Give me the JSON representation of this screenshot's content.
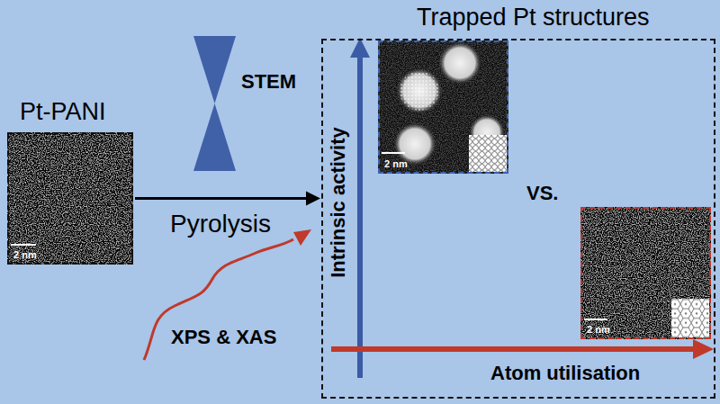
{
  "diagram": {
    "nodes": [
      {
        "text": [
          "Pt-PANI",
          "2 nm"
        ]
      },
      {
        "text": [
          "Trapped Pt structures"
        ]
      },
      {
        "text": [
          "2 nm"
        ],
        "in": 1
      },
      {
        "text": [
          "2 nm"
        ],
        "in": 1
      }
    ],
    "edges": [
      {
        "from": 0,
        "to": 1,
        "label": "Pyrolysis",
        "arrow": "to"
      }
    ],
    "labels": [
      "STEM",
      "XPS & XAS",
      "Intrinsic activity",
      "VS.",
      "Atom utilisation"
    ]
  }
}
